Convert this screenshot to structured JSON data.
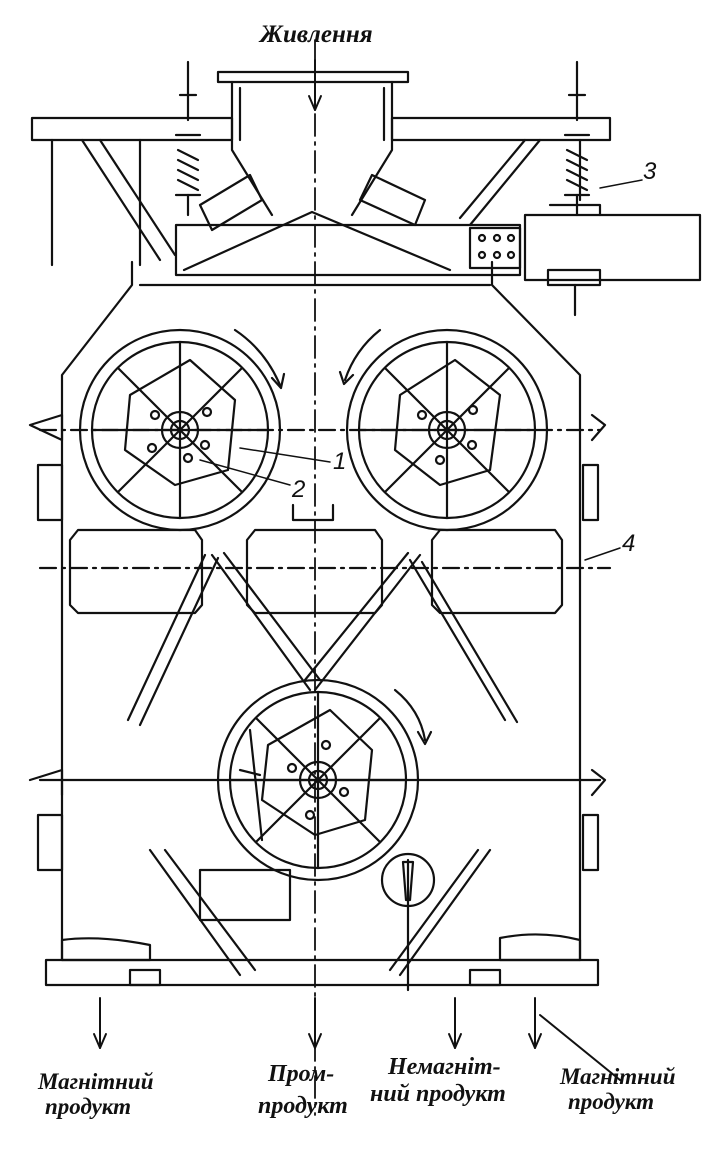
{
  "labels": {
    "feed": "Живлення",
    "magnetic_left_1": "Магнітний",
    "magnetic_left_2": "продукт",
    "middling_1": "Пром-",
    "middling_2": "продукт",
    "nonmagnetic_1": "Немагніт-",
    "nonmagnetic_2": "ний продукт",
    "magnetic_right_1": "Магнітний",
    "magnetic_right_2": "продукт"
  },
  "callouts": [
    "1",
    "2",
    "3",
    "4"
  ],
  "colors": {
    "line": "#111111",
    "paper": "#ffffff"
  }
}
